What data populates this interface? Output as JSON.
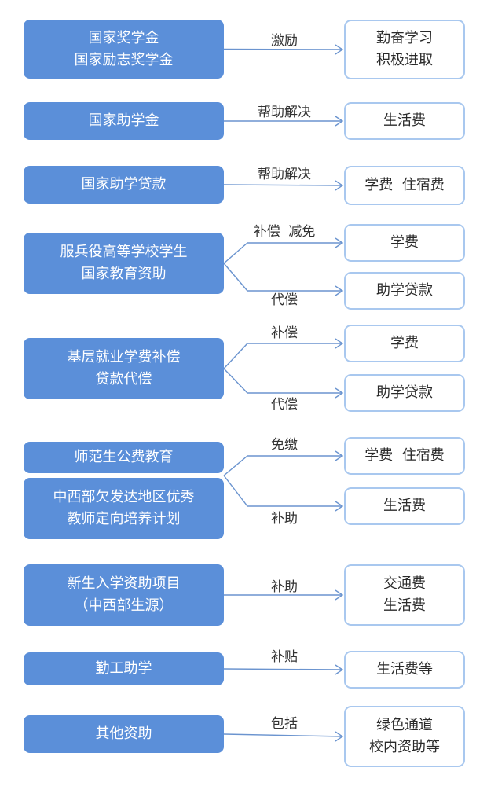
{
  "rows": [
    {
      "sources": [
        {
          "lines": [
            "国家奖学金",
            "国家励志奖学金"
          ]
        }
      ],
      "links": [
        {
          "label": "激励",
          "target": [
            "勤奋学习",
            "积极进取"
          ]
        }
      ]
    },
    {
      "sources": [
        {
          "lines": [
            "国家助学金"
          ]
        }
      ],
      "links": [
        {
          "label": "帮助解决",
          "target": [
            "生活费"
          ]
        }
      ]
    },
    {
      "sources": [
        {
          "lines": [
            "国家助学贷款"
          ]
        }
      ],
      "links": [
        {
          "label": "帮助解决",
          "target": [
            "学费  住宿费"
          ]
        }
      ]
    },
    {
      "sources": [
        {
          "lines": [
            "服兵役高等学校学生",
            "国家教育资助"
          ]
        }
      ],
      "links": [
        {
          "label": "补偿  减免",
          "target": [
            "学费"
          ]
        },
        {
          "label": "代偿",
          "target": [
            "助学贷款"
          ]
        }
      ]
    },
    {
      "sources": [
        {
          "lines": [
            "基层就业学费补偿",
            "贷款代偿"
          ]
        }
      ],
      "links": [
        {
          "label": "补偿",
          "target": [
            "学费"
          ]
        },
        {
          "label": "代偿",
          "target": [
            "助学贷款"
          ]
        }
      ]
    },
    {
      "sources": [
        {
          "lines": [
            "师范生公费教育"
          ]
        },
        {
          "lines": [
            "中西部欠发达地区优秀",
            "教师定向培养计划"
          ]
        }
      ],
      "links": [
        {
          "label": "免缴",
          "target": [
            "学费  住宿费"
          ]
        },
        {
          "label": "补助",
          "target": [
            "生活费"
          ]
        }
      ]
    },
    {
      "sources": [
        {
          "lines": [
            "新生入学资助项目",
            "（中西部生源）"
          ]
        }
      ],
      "links": [
        {
          "label": "补助",
          "target": [
            "交通费",
            "生活费"
          ]
        }
      ]
    },
    {
      "sources": [
        {
          "lines": [
            "勤工助学"
          ]
        }
      ],
      "links": [
        {
          "label": "补贴",
          "target": [
            "生活费等"
          ]
        }
      ]
    },
    {
      "sources": [
        {
          "lines": [
            "其他资助"
          ]
        }
      ],
      "links": [
        {
          "label": "包括",
          "target": [
            "绿色通道",
            "校内资助等"
          ]
        }
      ]
    }
  ],
  "colors": {
    "source_fill": "#5b8fd9",
    "target_border": "#a9c8ef",
    "connector": "#6b94cf"
  }
}
